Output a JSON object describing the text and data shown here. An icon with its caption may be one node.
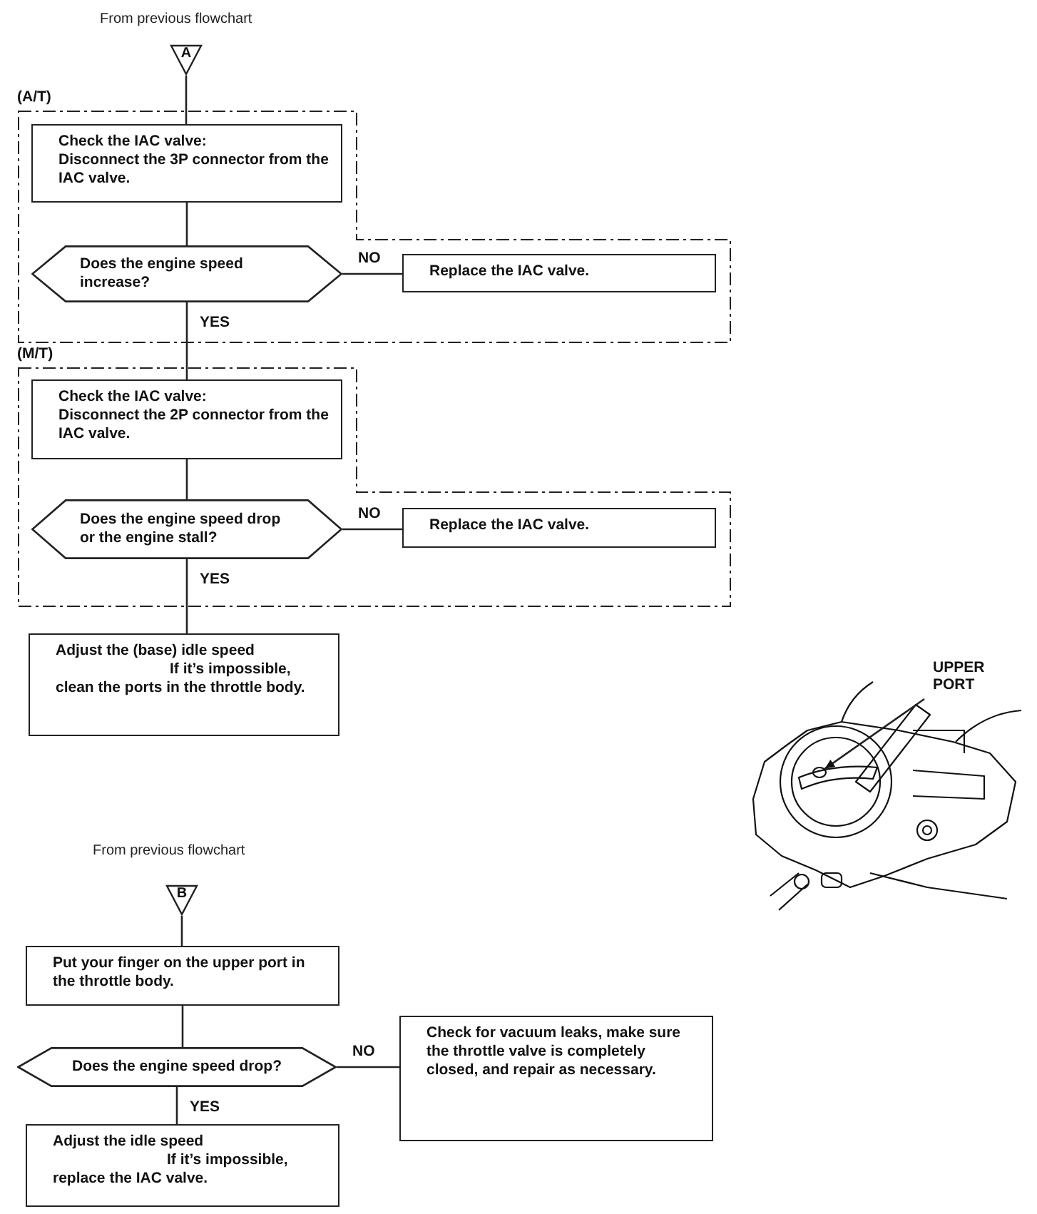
{
  "diagram": {
    "nodes": [
      {
        "text": [
          "A"
        ],
        "beside": [
          "From previous flowchart"
        ]
      },
      {
        "text": [
          "(A/T)"
        ]
      },
      {
        "text": [
          "Check the IAC valve:",
          "Disconnect the 3P connector from the IAC valve."
        ],
        "in": 1
      },
      {
        "text": [
          "Does the engine speed increase?"
        ],
        "in": 1
      },
      {
        "text": [
          "Replace the IAC valve."
        ],
        "in": 1
      },
      {
        "text": [
          "(M/T)"
        ]
      },
      {
        "text": [
          "Check the IAC valve:",
          "Disconnect the 2P connector from the IAC valve."
        ],
        "in": 5
      },
      {
        "text": [
          "Does the engine speed drop or the engine stall?"
        ],
        "in": 5
      },
      {
        "text": [
          "Replace the IAC valve."
        ],
        "in": 5
      },
      {
        "text": [
          "Adjust the (base) idle speed",
          "If it’s impossible, clean the ports in the throttle body."
        ]
      },
      {
        "text": [
          "B"
        ],
        "beside": [
          "From previous flowchart"
        ]
      },
      {
        "text": [
          "Put your finger on the upper port in the throttle body."
        ]
      },
      {
        "text": [
          "Does the engine speed drop?"
        ]
      },
      {
        "text": [
          "Check for vacuum leaks, make sure the throttle valve is completely closed, and repair as necessary."
        ]
      },
      {
        "text": [
          "Adjust the idle speed",
          "If it’s impossible, replace the IAC valve."
        ]
      },
      {
        "text": [
          "UPPER PORT"
        ]
      },
      {
        "text": [],
        "shape": "circle"
      }
    ],
    "edges": [
      {
        "from": 0,
        "to": 2,
        "arrow": "none"
      },
      {
        "from": 2,
        "to": 3,
        "arrow": "none"
      },
      {
        "from": 3,
        "to": 4,
        "label": "NO",
        "arrow": "none"
      },
      {
        "from": 3,
        "to": 6,
        "label": "YES",
        "arrow": "none"
      },
      {
        "from": 6,
        "to": 7,
        "arrow": "none"
      },
      {
        "from": 7,
        "to": 8,
        "label": "NO",
        "arrow": "none"
      },
      {
        "from": 7,
        "to": 9,
        "label": "YES",
        "arrow": "none"
      },
      {
        "from": 10,
        "to": 11,
        "arrow": "none"
      },
      {
        "from": 11,
        "to": 12,
        "arrow": "none"
      },
      {
        "from": 12,
        "to": 13,
        "label": "NO",
        "arrow": "none"
      },
      {
        "from": 12,
        "to": 14,
        "label": "YES",
        "arrow": "none"
      },
      {
        "from": 15,
        "to": 16,
        "arrow": "to"
      }
    ]
  }
}
